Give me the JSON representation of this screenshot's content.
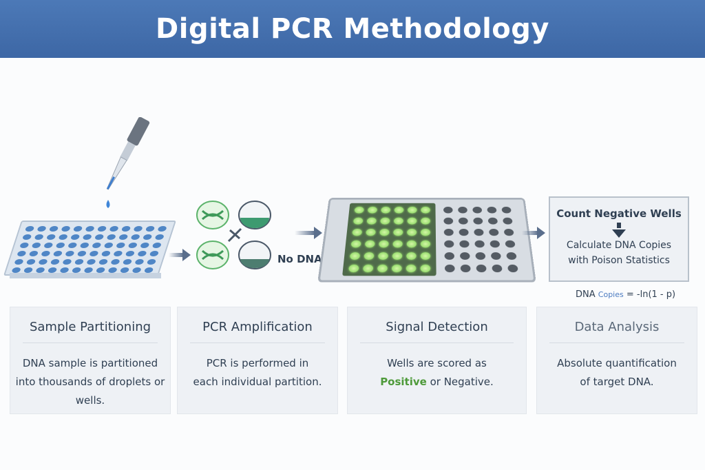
{
  "title": "Digital PCR Methodology",
  "diagram": {
    "no_dna_label": "No DNA",
    "analysis_box": {
      "step1": "Count Negative Wells",
      "step2_line1": "Calculate DNA Copies",
      "step2_line2": "with Poison Statistics"
    },
    "formula": {
      "prefix": "DNA",
      "subscript": "Copies",
      "expression": "= -ln(1  -  p)"
    }
  },
  "cards": [
    {
      "title": "Sample Partitioning",
      "line1": "DNA sample is partitioned",
      "line2": "into thousands of droplets or wells."
    },
    {
      "title": "PCR Amplification",
      "line1": "PCR is performed in",
      "line2": "each individual partition."
    },
    {
      "title": "Signal Detection",
      "line1": "Wells are scored as",
      "positive": "Positive",
      "line2_rest": " or Negative."
    },
    {
      "title": "Data Analysis",
      "line1": "Absolute quantification",
      "line2": "of target DNA."
    }
  ],
  "colors": {
    "header": "#4270ae",
    "positive": "#4e9a3a",
    "well_positive": "#7fd258",
    "well_negative": "#545b63",
    "sample_well": "#4f86c6"
  }
}
